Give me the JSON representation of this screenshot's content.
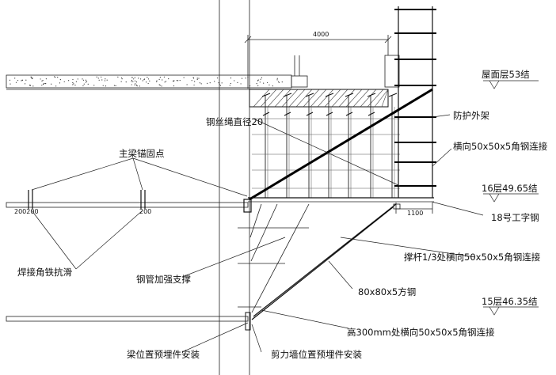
{
  "labels": {
    "dim_4000": "4000",
    "roof_level": "屋面层53结",
    "protective_scaffold": "防护外架",
    "wire_rope": "钢丝绳直径20",
    "horizontal_angle": "横向50x50x5角钢连接",
    "main_anchor": "主梁锚固点",
    "level_16": "16层49.65结",
    "dim_1100": "1100",
    "i_beam": "18号工字钢",
    "dim_200_left": "200200",
    "dim_200_right": "200",
    "strut_angle": "撑杆1/3处横向50x50x5角钢连接",
    "weld_angle": "焊接角铁抗滑",
    "pipe_brace": "钢管加强支撑",
    "square_steel": "80x80x5方钢",
    "level_15": "15层46.35结",
    "h300_angle": "高300mm处横向50x50x5角钢连接",
    "beam_embed": "梁位置预埋件安装",
    "shear_wall_embed": "剪力墙位置预埋件安装"
  }
}
